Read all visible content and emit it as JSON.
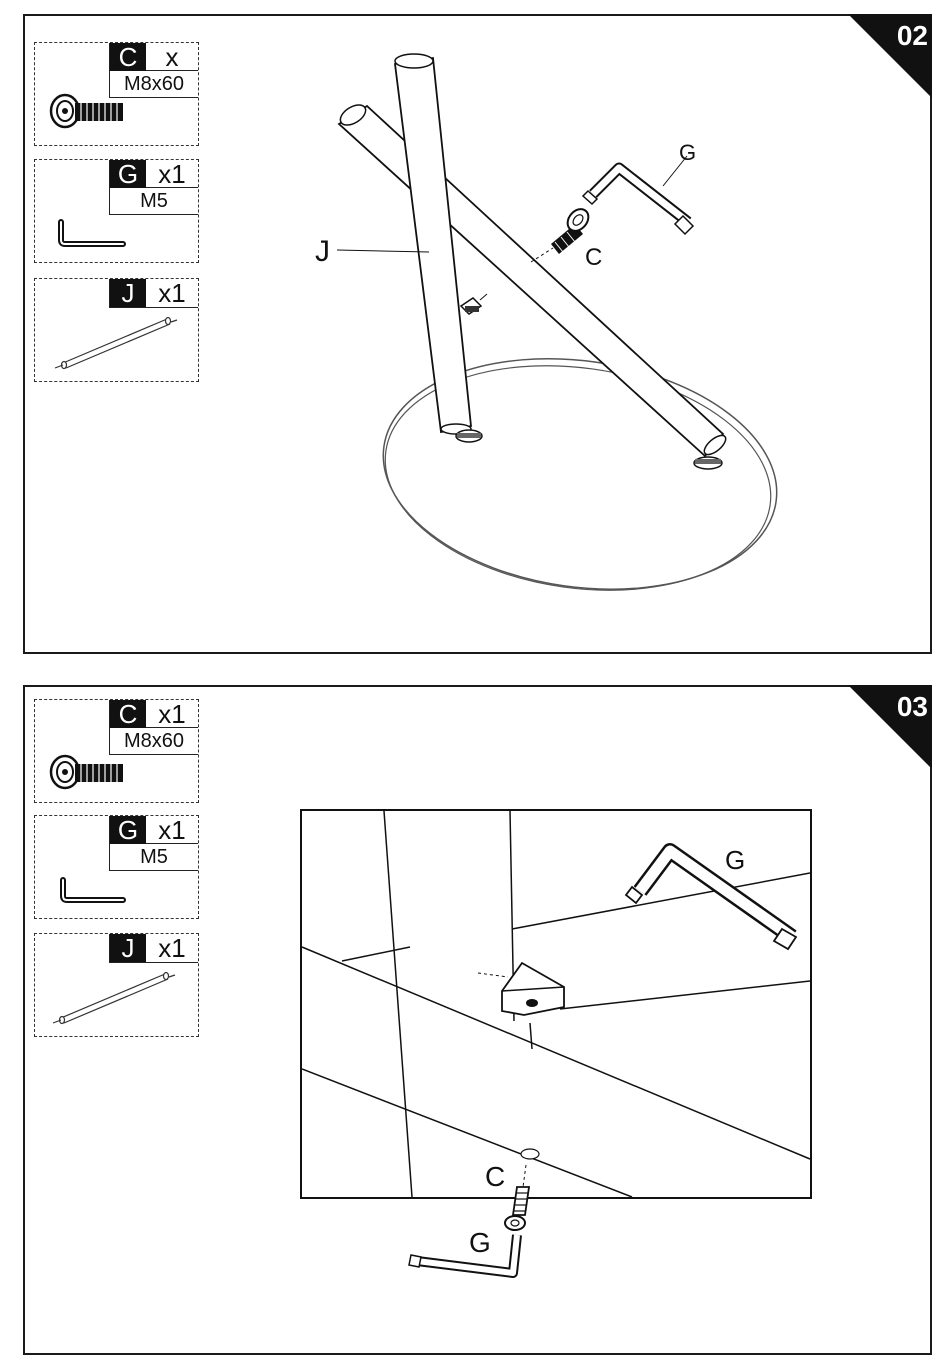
{
  "steps": [
    {
      "number": "02",
      "parts": [
        {
          "letter": "C",
          "qty": "x",
          "spec": "M8x60",
          "icon": "bolt-icon"
        },
        {
          "letter": "G",
          "qty": "x1",
          "spec": "M5",
          "icon": "hex-key-icon"
        },
        {
          "letter": "J",
          "qty": "x1",
          "icon": "rod-icon"
        }
      ],
      "labels": {
        "j": "J",
        "g": "G",
        "c": "C"
      }
    },
    {
      "number": "03",
      "parts": [
        {
          "letter": "C",
          "qty": "x1",
          "spec": "M8x60",
          "icon": "bolt-icon"
        },
        {
          "letter": "G",
          "qty": "x1",
          "spec": "M5",
          "icon": "hex-key-icon"
        },
        {
          "letter": "J",
          "qty": "x1",
          "icon": "rod-icon"
        }
      ],
      "labels": {
        "g_inset": "G",
        "c": "C",
        "g": "G"
      }
    }
  ],
  "colors": {
    "line": "#111111",
    "badge": "#111111",
    "badge_text": "#ffffff"
  }
}
